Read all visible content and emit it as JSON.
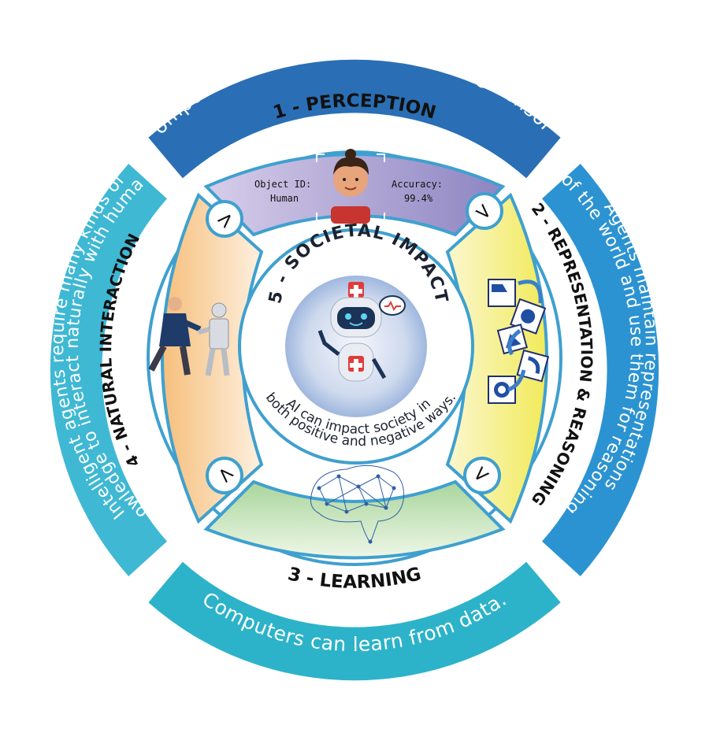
{
  "outer_ring": {
    "top": "Computers perceive the world using sensors.",
    "right_line1": "Agents maintain representations",
    "right_line2": "of the world and use them for reasoning.",
    "bottom": "Computers can learn from data.",
    "left_line1": "Intelligent agents require many kinds of",
    "left_line2": "knowledge to interact naturally with humans."
  },
  "sections": {
    "perception": "1 - PERCEPTION",
    "representation": "2 - REPRESENTATION & REASONING",
    "learning": "3 - LEARNING",
    "interaction": "4 - NATURAL INTERACTION"
  },
  "perception_panel": {
    "object_id_label": "Object ID:",
    "object_id_value": "Human",
    "accuracy_label": "Accuracy:",
    "accuracy_value": "99.4%"
  },
  "center": {
    "title": "5 - SOCIETAL IMPACT",
    "line1": "AI can impact society in",
    "line2": "both positive and negative ways."
  },
  "arrow_glyphs": {
    "top_left": ">",
    "top_right": ">",
    "bottom_left": ">",
    "bottom_right": ">"
  },
  "colors": {
    "ring_top": "#2a6fb5",
    "ring_right": "#2c93d2",
    "ring_bottom": "#2cb3c9",
    "ring_left": "#3fb8d4",
    "perception_panel": "#9a8fc8",
    "representation_panel": "#f1ea5a",
    "learning_panel": "#a8d59a",
    "interaction_panel": "#f6c588",
    "center_disk": "#9fb7de",
    "frame_blue": "#3fa0cf"
  }
}
